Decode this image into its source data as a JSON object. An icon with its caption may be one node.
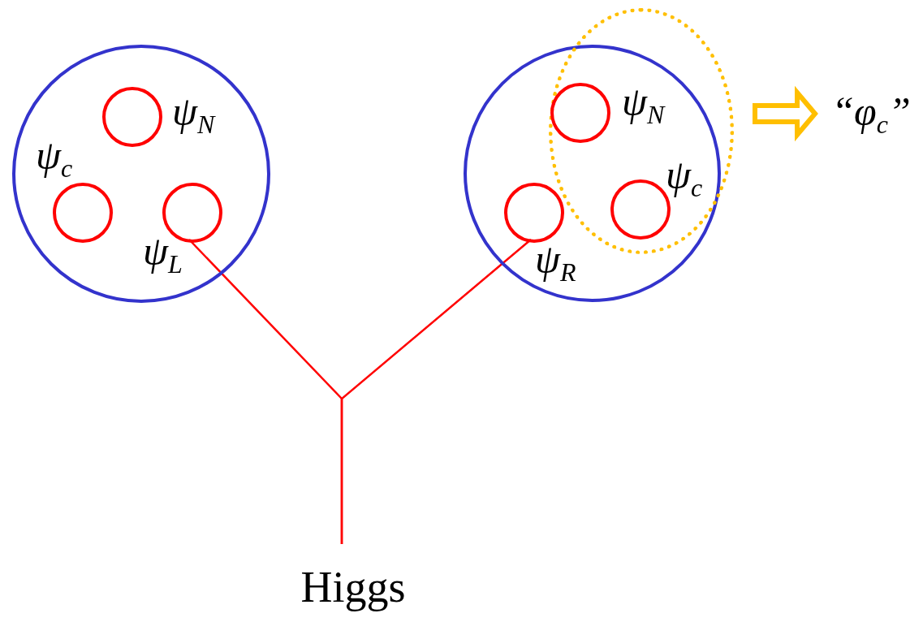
{
  "diagram": {
    "nodes": [
      {
        "text": [],
        "shape": "circle"
      },
      {
        "text": [],
        "shape": "circle",
        "in": 0,
        "beside": [
          "ψ$_{N}$"
        ]
      },
      {
        "text": [],
        "shape": "circle",
        "in": 0,
        "beside": [
          "ψ$_{c}$"
        ]
      },
      {
        "text": [],
        "shape": "circle",
        "in": 0,
        "beside": [
          "ψ$_{L}$"
        ]
      },
      {
        "text": [],
        "shape": "circle"
      },
      {
        "text": [],
        "shape": "ellipse"
      },
      {
        "text": [],
        "shape": "circle",
        "beside": [
          "ψ$_{N}$"
        ]
      },
      {
        "text": [],
        "shape": "circle",
        "in": 4,
        "beside": [
          "ψ$_{R}$"
        ]
      },
      {
        "text": [],
        "shape": "circle",
        "beside": [
          "ψ$_{c}$"
        ]
      },
      {
        "text": [
          "“φ$_{c}$”"
        ]
      },
      {
        "text": [
          "Higgs"
        ]
      }
    ],
    "edges": [
      {
        "from": 3,
        "to": 10,
        "arrow": "none"
      },
      {
        "from": 7,
        "to": 10,
        "arrow": "none"
      },
      {
        "from": 5,
        "to": 9,
        "arrow": "to",
        "style": "thick",
        "color": "#ffbf00"
      }
    ]
  }
}
